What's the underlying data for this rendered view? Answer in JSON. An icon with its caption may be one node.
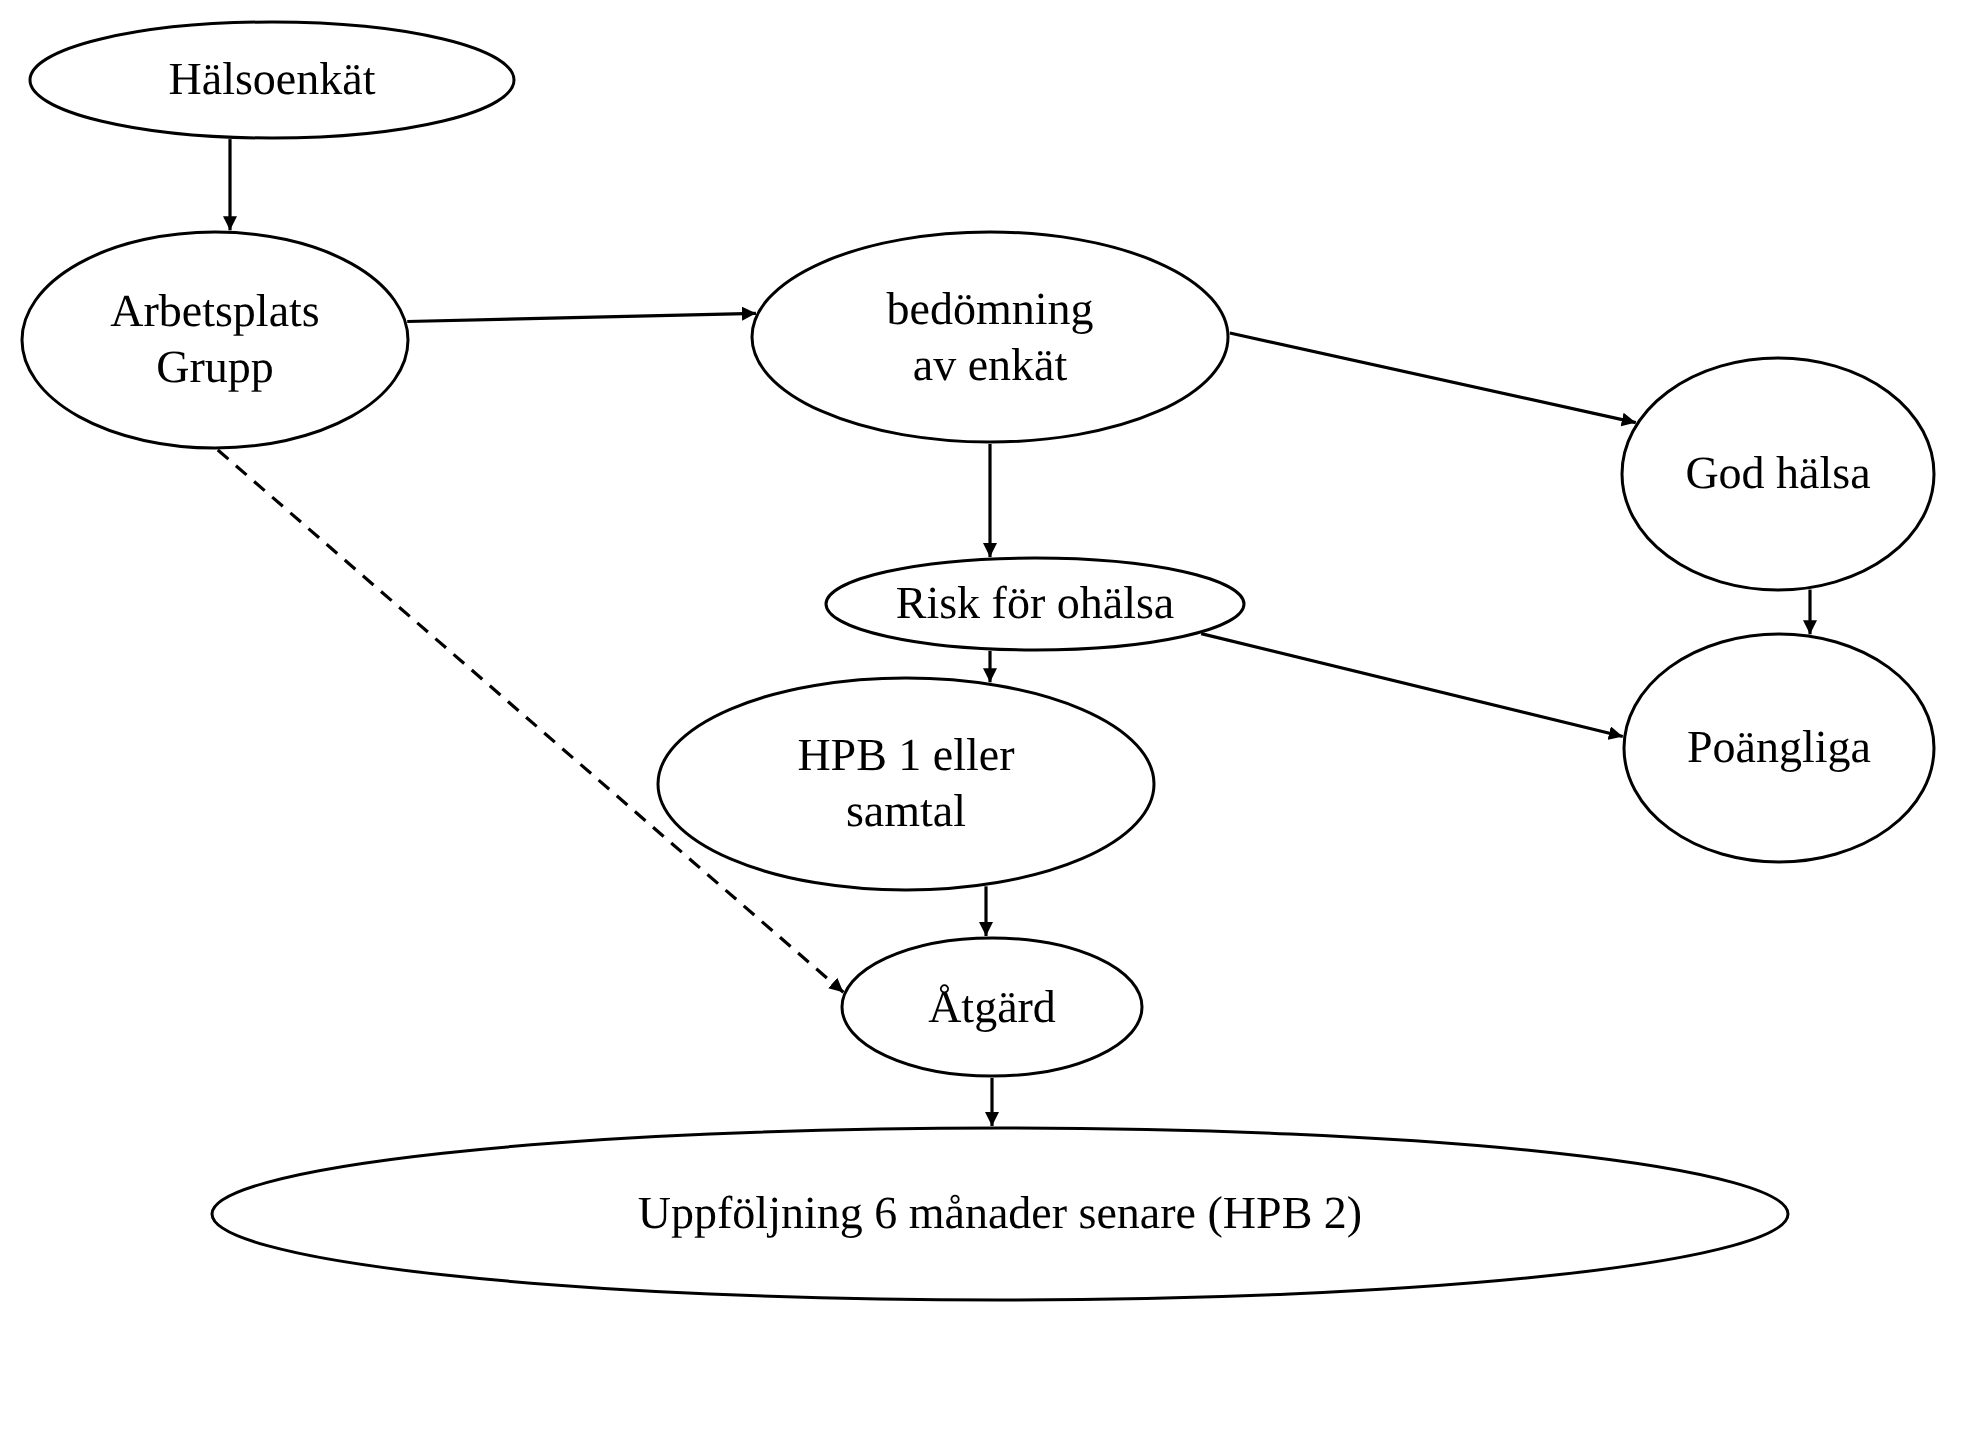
{
  "diagram": {
    "nodes": [
      {
        "text": [
          "Hälsoenkät"
        ]
      },
      {
        "text": [
          "Arbetsplats Grupp"
        ]
      },
      {
        "text": [
          "bedömning av enkät"
        ]
      },
      {
        "text": [
          "God hälsa"
        ]
      },
      {
        "text": [
          "Risk för ohälsa"
        ]
      },
      {
        "text": [
          "Poängliga"
        ]
      },
      {
        "text": [
          "HPB 1 eller samtal"
        ]
      },
      {
        "text": [
          "Åtgärd"
        ]
      },
      {
        "text": [
          "Uppföljning 6 månader senare (HPB 2)"
        ]
      }
    ],
    "edges": [
      {
        "from": 0,
        "to": 1,
        "arrow": "to"
      },
      {
        "from": 1,
        "to": 2,
        "arrow": "to"
      },
      {
        "from": 2,
        "to": 3,
        "arrow": "to"
      },
      {
        "from": 2,
        "to": 4,
        "arrow": "to"
      },
      {
        "from": 3,
        "to": 5,
        "arrow": "to"
      },
      {
        "from": 4,
        "to": 5,
        "arrow": "to"
      },
      {
        "from": 4,
        "to": 6,
        "arrow": "to"
      },
      {
        "from": 6,
        "to": 7,
        "arrow": "to"
      },
      {
        "from": 1,
        "to": 7,
        "arrow": "to",
        "style": "dashed"
      },
      {
        "from": 7,
        "to": 8,
        "arrow": "to"
      }
    ]
  }
}
